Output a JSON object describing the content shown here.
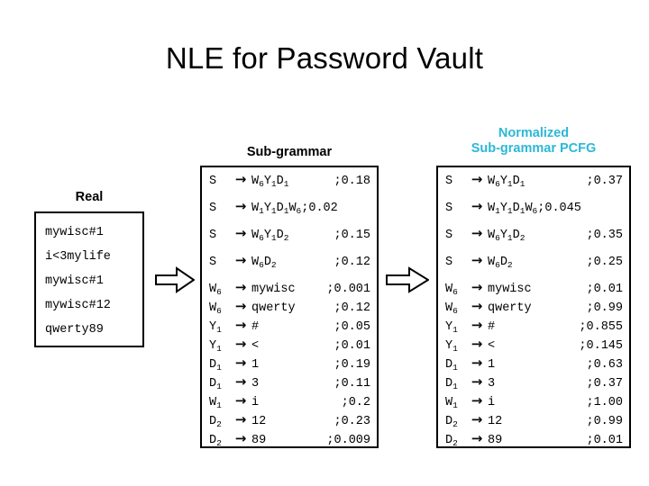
{
  "title": "NLE for Password Vault",
  "real": {
    "header": "Real",
    "passwords": [
      "mywisc#1",
      "i<3mylife",
      "mywisc#1",
      "mywisc#12",
      "qwerty89"
    ]
  },
  "sub_grammar": {
    "header": "Sub-grammar",
    "arrow_glyph": "→",
    "rules": [
      {
        "lhs": "S",
        "lhs_sub": "",
        "rhs": "W6Y1D1",
        "prob": ";0.18"
      },
      {
        "lhs": "S",
        "lhs_sub": "",
        "rhs": "W1Y1D1W6",
        "prob": ";0.02"
      },
      {
        "lhs": "S",
        "lhs_sub": "",
        "rhs": "W6Y1D2",
        "prob": ";0.15"
      },
      {
        "lhs": "S",
        "lhs_sub": "",
        "rhs": "W6D2",
        "prob": ";0.12"
      },
      {
        "lhs": "W",
        "lhs_sub": "6",
        "rhs": "mywisc",
        "prob": ";0.001"
      },
      {
        "lhs": "W",
        "lhs_sub": "6",
        "rhs": "qwerty",
        "prob": ";0.12"
      },
      {
        "lhs": "Y",
        "lhs_sub": "1",
        "rhs": "#",
        "prob": ";0.05"
      },
      {
        "lhs": "Y",
        "lhs_sub": "1",
        "rhs": "<",
        "prob": ";0.01"
      },
      {
        "lhs": "D",
        "lhs_sub": "1",
        "rhs": "1",
        "prob": ";0.19"
      },
      {
        "lhs": "D",
        "lhs_sub": "1",
        "rhs": "3",
        "prob": ";0.11"
      },
      {
        "lhs": "W",
        "lhs_sub": "1",
        "rhs": "i",
        "prob": ";0.2"
      },
      {
        "lhs": "D",
        "lhs_sub": "2",
        "rhs": "12",
        "prob": ";0.23"
      },
      {
        "lhs": "D",
        "lhs_sub": "2",
        "rhs": "89",
        "prob": ";0.009"
      }
    ]
  },
  "normalized_grammar": {
    "header_line1": "Normalized",
    "header_line2": "Sub-grammar PCFG",
    "header_color": "#2BB8D6",
    "arrow_glyph": "→",
    "rules": [
      {
        "lhs": "S",
        "lhs_sub": "",
        "rhs": "W6Y1D1",
        "prob": ";0.37"
      },
      {
        "lhs": "S",
        "lhs_sub": "",
        "rhs": "W1Y1D1W6",
        "prob": ";0.045"
      },
      {
        "lhs": "S",
        "lhs_sub": "",
        "rhs": "W6Y1D2",
        "prob": ";0.35"
      },
      {
        "lhs": "S",
        "lhs_sub": "",
        "rhs": "W6D2",
        "prob": ";0.25"
      },
      {
        "lhs": "W",
        "lhs_sub": "6",
        "rhs": "mywisc",
        "prob": ";0.01"
      },
      {
        "lhs": "W",
        "lhs_sub": "6",
        "rhs": "qwerty",
        "prob": ";0.99"
      },
      {
        "lhs": "Y",
        "lhs_sub": "1",
        "rhs": "#",
        "prob": ";0.855"
      },
      {
        "lhs": "Y",
        "lhs_sub": "1",
        "rhs": "<",
        "prob": ";0.145"
      },
      {
        "lhs": "D",
        "lhs_sub": "1",
        "rhs": "1",
        "prob": ";0.63"
      },
      {
        "lhs": "D",
        "lhs_sub": "1",
        "rhs": "3",
        "prob": ";0.37"
      },
      {
        "lhs": "W",
        "lhs_sub": "1",
        "rhs": "i",
        "prob": ";1.00"
      },
      {
        "lhs": "D",
        "lhs_sub": "2",
        "rhs": "12",
        "prob": ";0.99"
      },
      {
        "lhs": "D",
        "lhs_sub": "2",
        "rhs": "89",
        "prob": ";0.01"
      }
    ]
  },
  "flow_arrows": [
    {
      "name": "block-arrow-real-to-subgrammar"
    },
    {
      "name": "block-arrow-subgrammar-to-normalized"
    }
  ]
}
